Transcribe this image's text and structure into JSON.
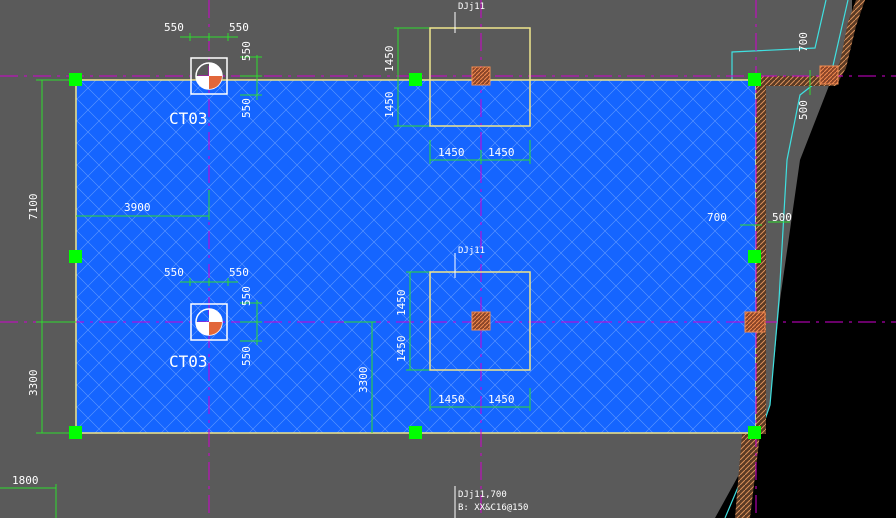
{
  "colors": {
    "background": "#5a5a5a",
    "slab_fill": "#1565ff",
    "grid_axis": "#d000d0",
    "dimension_line": "#2fdc2f",
    "node_marker": "#00ff00",
    "pile_cap_outline": "#f0e68c",
    "column": "#e2673a",
    "wall_hatch": "#b06a3a",
    "boundary": "#3fe0e0",
    "void": "#000000"
  },
  "labels": {
    "ct_upper": "CT03",
    "ct_lower": "CT03",
    "cap_upper": "DJj11",
    "cap_lower": "DJj11",
    "cap_bottom_line1": "DJj11,700",
    "cap_bottom_line2": "B: XX&C16@150"
  },
  "dims": {
    "ct_upper_left": "550",
    "ct_upper_right": "550",
    "ct_upper_top": "550",
    "ct_upper_bottom": "550",
    "ct_lower_left": "550",
    "ct_lower_right": "550",
    "ct_lower_top": "550",
    "ct_lower_bottom": "550",
    "cap_upper_top": "1450",
    "cap_upper_bottom": "1450",
    "cap_upper_left": "1450",
    "cap_upper_right": "1450",
    "cap_lower_top": "1450",
    "cap_lower_bottom": "1450",
    "cap_lower_left": "1450",
    "cap_lower_right": "1450",
    "left_total": "7100",
    "left_lower": "3300",
    "offset_x": "3900",
    "inner_vertical": "3300",
    "right_top_700": "700",
    "right_top_500": "500",
    "right_mid_700": "700",
    "right_mid_500": "500",
    "bottom_left": "1800"
  }
}
